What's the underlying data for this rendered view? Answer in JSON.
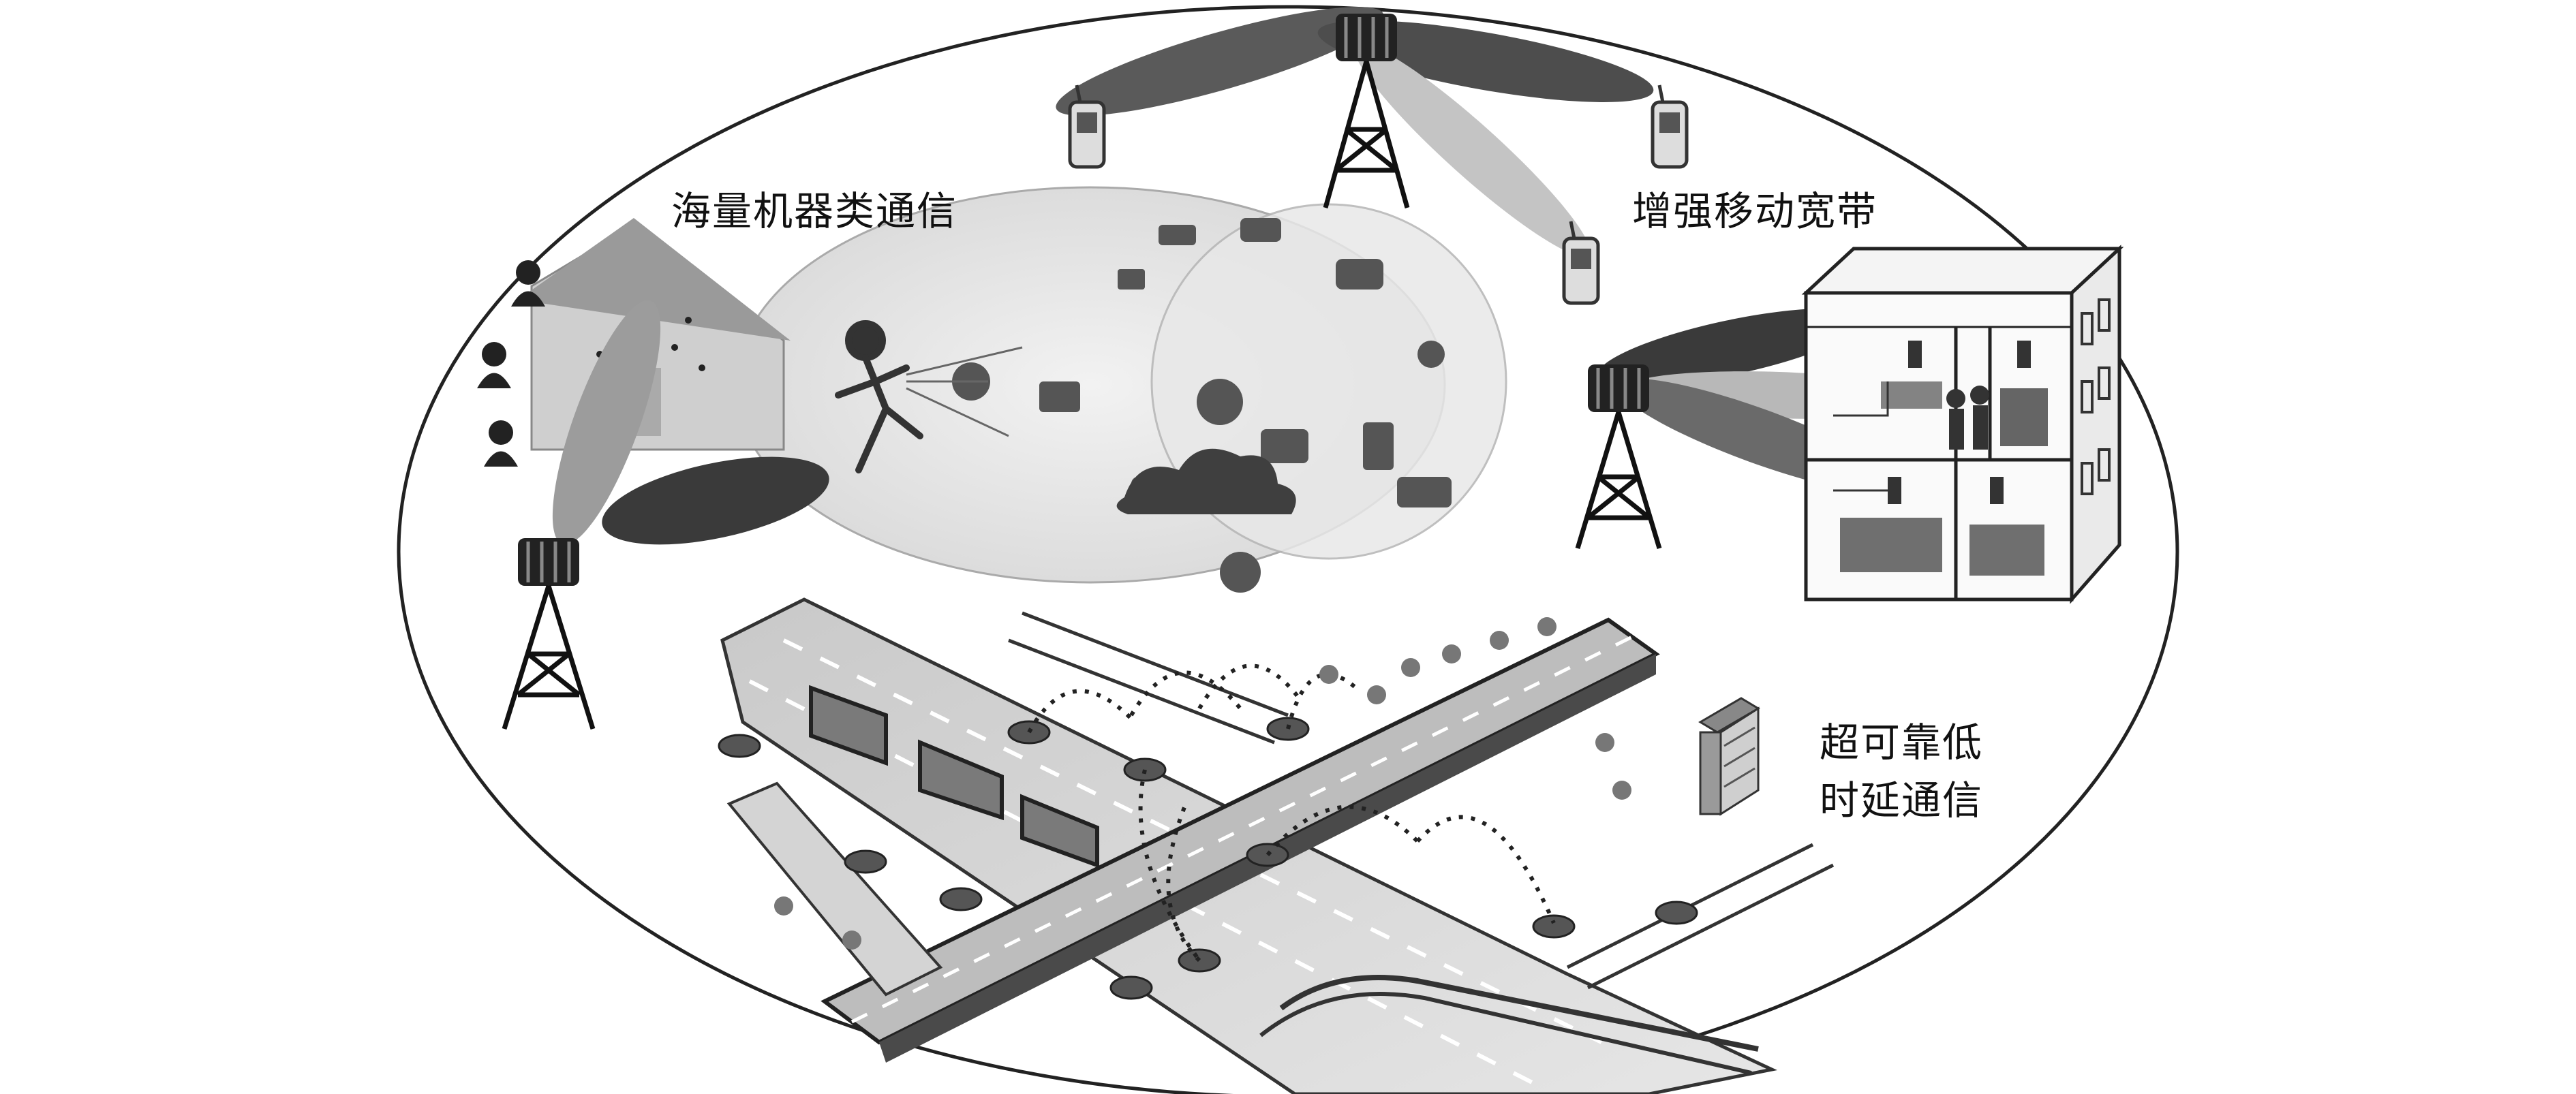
{
  "labels": {
    "mmtc": "海量机器类通信",
    "embb": "增强移动宽带",
    "urllc_line1": "超可靠低",
    "urllc_line2": "时延通信"
  },
  "colors": {
    "ellipse_stroke": "#222222",
    "beam_dark": "#3a3a3a",
    "beam_mid": "#6e6e6e",
    "beam_light": "#bdbdbd",
    "tower": "#111111",
    "road": "#d9d9d9",
    "road_dark": "#4a4a4a"
  },
  "icons": [
    "tower-icon",
    "phone-icon",
    "house-icon",
    "office-building-icon",
    "person-icon",
    "car-icon",
    "bridge-icon",
    "tree-icon"
  ]
}
